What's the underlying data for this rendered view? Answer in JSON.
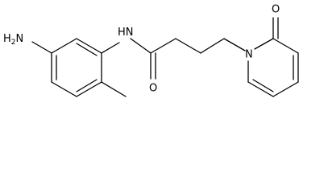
{
  "molecule": {
    "atoms": {
      "amine": {
        "element": "H",
        "count": "2",
        "symbol": "N"
      },
      "amide_n": {
        "element": "N",
        "h": "H"
      },
      "amide_o": {
        "element": "O"
      },
      "pyridinone_n": {
        "element": "N"
      },
      "pyridinone_o": {
        "element": "O"
      }
    },
    "labels": {
      "amine_h": "H",
      "amine_sub": "2",
      "amine_n": "N",
      "amide_h": "H",
      "amide_n": "N",
      "amide_o": "O",
      "ring_n": "N",
      "ring_o": "O"
    }
  }
}
